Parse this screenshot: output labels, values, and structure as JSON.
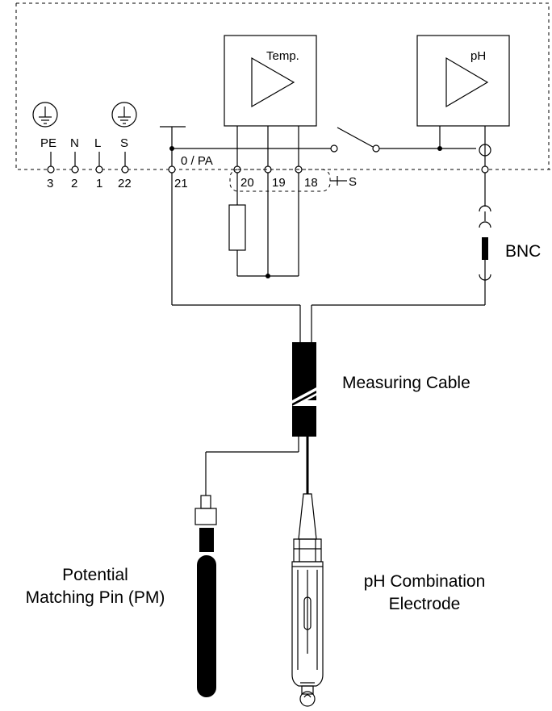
{
  "terminals": {
    "pe": {
      "label": "PE",
      "number": "3"
    },
    "n": {
      "label": "N",
      "number": "2"
    },
    "l": {
      "label": "L",
      "number": "1"
    },
    "s": {
      "label": "S",
      "number": "22"
    },
    "pa": {
      "label": "0 / PA",
      "number": "21"
    },
    "t20": {
      "number": "20"
    },
    "t19": {
      "number": "19"
    },
    "t18": {
      "number": "18"
    },
    "shield": {
      "label": "S"
    }
  },
  "amplifiers": {
    "temp": {
      "label": "Temp."
    },
    "ph": {
      "label": "pH"
    }
  },
  "labels": {
    "bnc": "BNC",
    "measuring_cable": "Measuring Cable",
    "pm_line1": "Potential",
    "pm_line2": "Matching Pin (PM)",
    "electrode_line1": "pH Combination",
    "electrode_line2": "Electrode"
  },
  "colors": {
    "line": "#000000",
    "background": "#ffffff"
  }
}
